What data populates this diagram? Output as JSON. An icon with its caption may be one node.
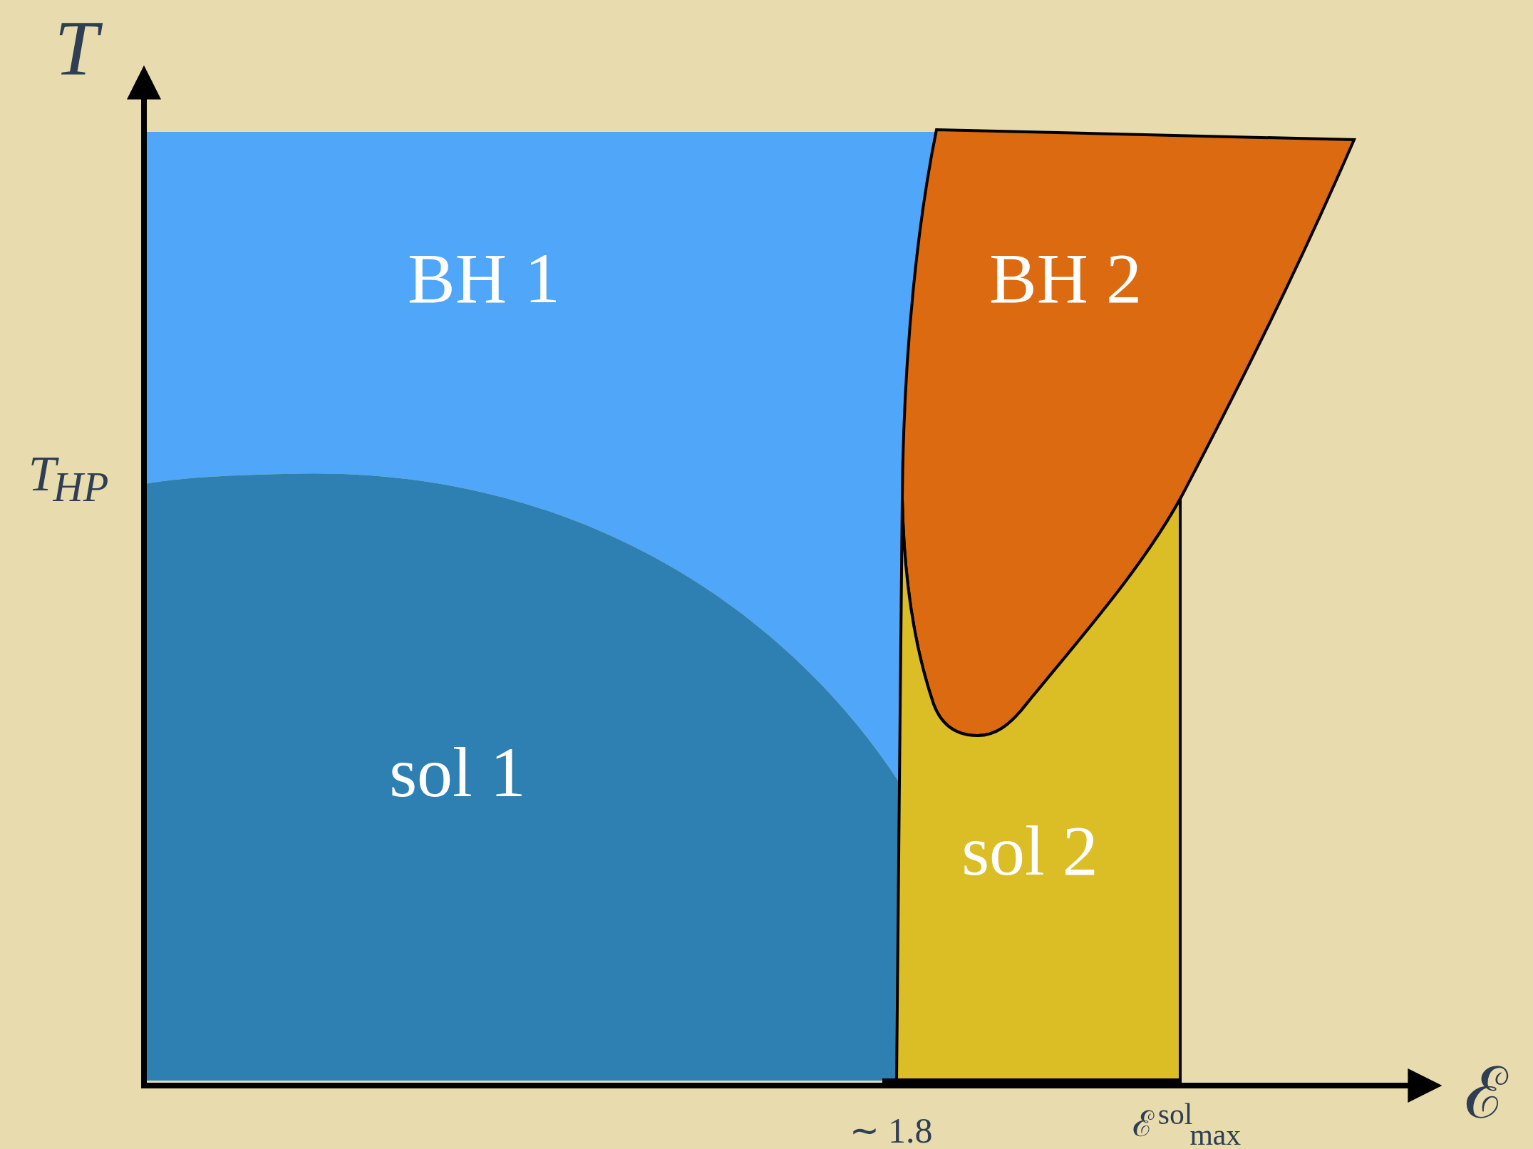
{
  "diagram": {
    "nodes": [
      {
        "text": [
          "BH 1"
        ]
      },
      {
        "text": [
          "BH 2"
        ]
      },
      {
        "text": [
          "sol 1"
        ]
      },
      {
        "text": [
          "sol 2"
        ]
      }
    ],
    "labels": [
      "T",
      "T$_{HP}$",
      "ℰ",
      "∼ 1.8",
      "ℰ$^{sol}$$_{max}$"
    ]
  }
}
